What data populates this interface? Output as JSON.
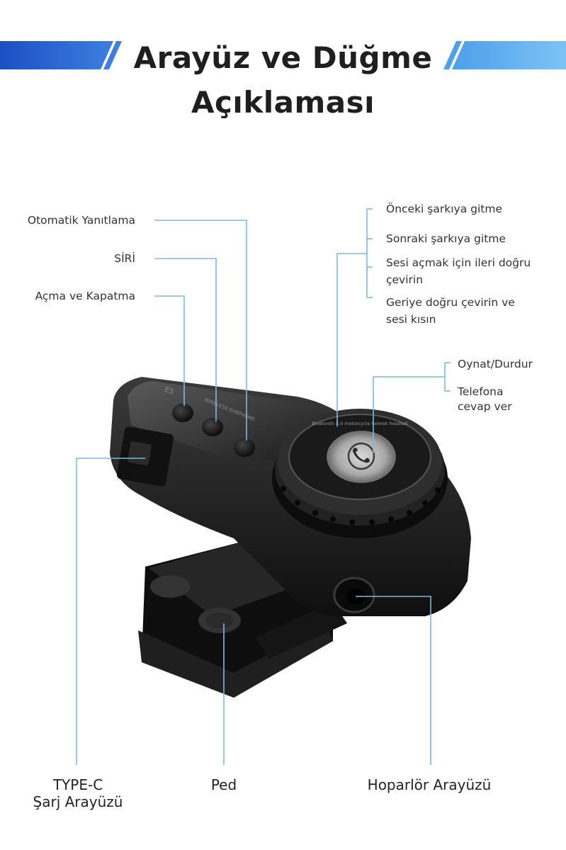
{
  "title": {
    "line1": "Arayüz ve Düğme",
    "line2": "Açıklaması"
  },
  "left_labels": {
    "auto_answer": "Otomatik Yanıtlama",
    "siri": "SİRİ",
    "power": "Açma ve Kapatma"
  },
  "right_labels": {
    "prev_track": "Önceki şarkıya gitme",
    "next_track": "Sonraki şarkıya gitme",
    "vol_up_1": "Sesi açmak için ileri doğru",
    "vol_up_2": "çevirin",
    "vol_down_1": "Geriye doğru çevirin ve",
    "vol_down_2": "sesi kısın",
    "play_pause": "Oynat/Durdur",
    "answer_1": "Telefona",
    "answer_2": "cevap ver"
  },
  "bottom_labels": {
    "type_c_1": "TYPE-C",
    "type_c_2": "Şarj Arayüzü",
    "pad": "Ped",
    "speaker": "Hoparlör Arayüzü"
  },
  "device_text": {
    "brand": "E5",
    "model": "WIRELESS EARPHONE",
    "ring": "Bluetooth 5.0 motorcycle helmet headset"
  },
  "colors": {
    "accent_blue": "#2f6fd8",
    "accent_light_blue": "#5aa8ee",
    "leader_line": "#7fb8e0",
    "device_body": "#1a1a1a"
  }
}
